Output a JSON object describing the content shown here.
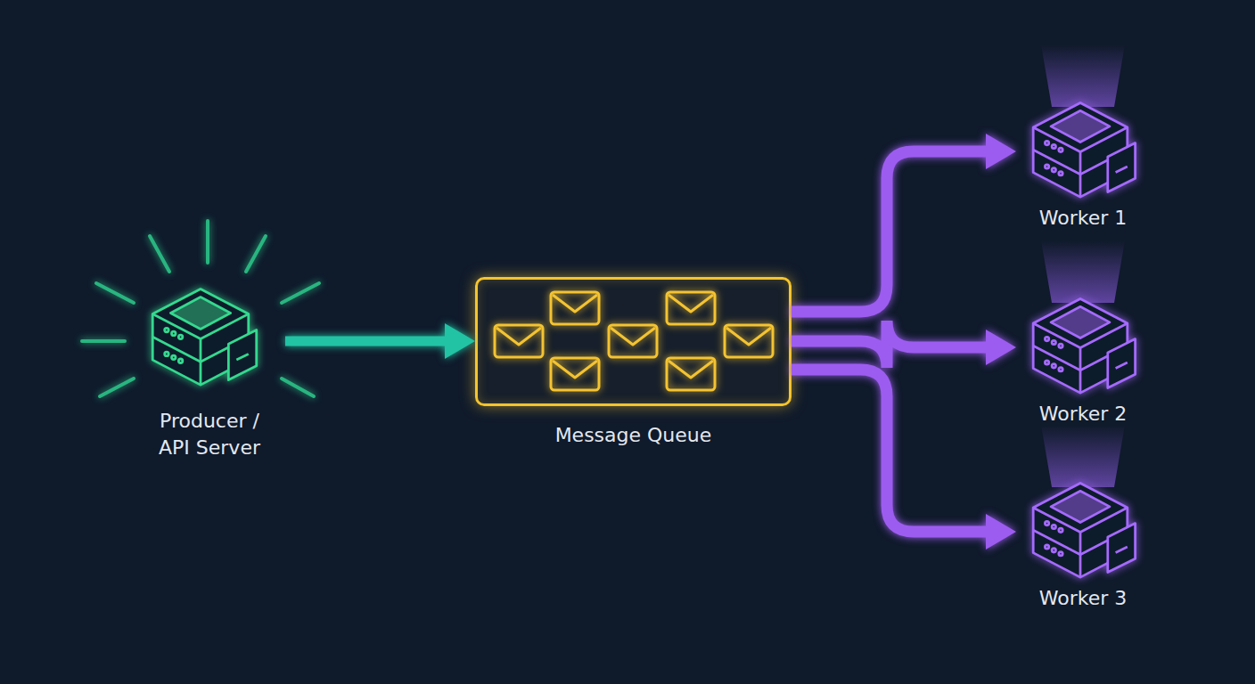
{
  "diagram": {
    "nodes": [
      {
        "text": [
          "Producer / API Server"
        ]
      },
      {
        "text": [
          "Message Queue"
        ]
      },
      {
        "text": [
          "Worker 1"
        ]
      },
      {
        "text": [
          "Worker 2"
        ]
      },
      {
        "text": [
          "Worker 3"
        ]
      }
    ],
    "edges": [
      {
        "from": 0,
        "to": 1,
        "arrow": "to"
      },
      {
        "from": 1,
        "to": 2,
        "arrow": "to"
      },
      {
        "from": 1,
        "to": 3,
        "arrow": "to"
      },
      {
        "from": 1,
        "to": 4,
        "arrow": "to"
      }
    ]
  }
}
